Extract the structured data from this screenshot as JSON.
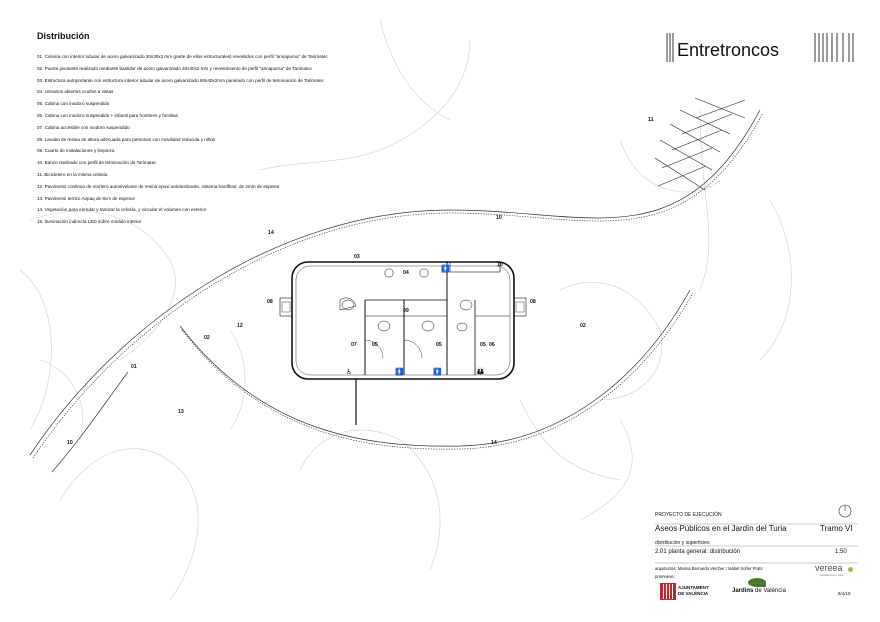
{
  "legend": {
    "title": "Distribución",
    "items": [
      "01. Celosía con interior tubular de acero galvanizado 30x30x2 mm (parte de ellos estructurales) revestidos con perfil \"annapurna\" de Tarimatec",
      "02. Puerta pivotante realizado mediante bastidor de acero galvanizado 30x30x2 mm y revestimiento de perfil \"annapurna\" de Tarimatec",
      "03. Estructura autoportante con estructura interior tubular de acero galvanizado 60x40x2mm panelado con perfil de terminación de Tarimatec",
      "04. Urinarios abiertos ocultos a vistas",
      "05. Cabina con inodoro suspendido",
      "06. Cabina con inodoro suspendido + infantil para hombres y familias",
      "07. Cabina accesible con inodoro suspendido",
      "08. Lavabo de resina de altura adecuada para personas con movilidad reducida y niños",
      "09. Cuarto de instalaciones y limpieza",
      "10. Banco realizado con perfil de terminación de Tarimatec",
      "11. Bicicletero en la misma celosía",
      "12. Pavimento continuo de mortero autonivelante de resina epoxi antideslizante, sistema hardfloor, de 2mm de espesor",
      "13. Pavimento terrizo Airpaq de 8cm de espesor",
      "14. Vegetación para enredar y tamizar la celosía, y vincular el volumen con exterior",
      "15. Iluminación indirecta LED sobre módulo interior"
    ]
  },
  "brand": {
    "name": "Entretroncos"
  },
  "plan_labels": {
    "l01": "01",
    "l02a": "02",
    "l02b": "02",
    "l03": "03",
    "l04": "04",
    "l05a": "05",
    "l05b": "05",
    "l05c": "05",
    "l06": "06",
    "l07": "07",
    "l08a": "08",
    "l08b": "08",
    "l09": "09",
    "l10a": "10",
    "l10b": "10",
    "l11": "11",
    "l12": "12",
    "l13": "13",
    "l14a": "14",
    "l14b": "14",
    "l15": "15"
  },
  "symbols": {
    "accessible": "♿",
    "person": "🚹",
    "family": "👪"
  },
  "title_block": {
    "phase": "PROYECTO DE EJECUCIÓN",
    "project": "Aseos Públicos en el Jardín del Turia",
    "section": "Tramo VI",
    "subtitle": "distribución y superficies",
    "sheet": "2.01  planta general: distribución",
    "scale": "1:50",
    "architects": "arquitectos: Marina Bernardo Vercher / Isabel Soñer Prats",
    "promoter": "promueve:",
    "office": "vereea",
    "office_sub": "arquitectura y más",
    "client1_a": "AJUNTAMENT",
    "client1_b": "DE VALÈNCIA",
    "client2_a": "Jardins",
    "client2_b": " de València",
    "date": "8/4/19"
  },
  "colors": {
    "ink": "#111111",
    "light": "#cfcfcf",
    "green": "#8cc63f",
    "red": "#c1272d"
  }
}
